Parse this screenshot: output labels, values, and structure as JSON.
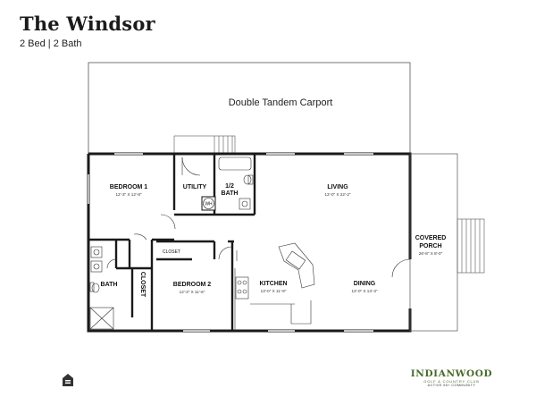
{
  "header": {
    "title": "The Windsor",
    "subtitle": "2 Bed | 2 Bath"
  },
  "plan": {
    "carport_label": "Double Tandem Carport",
    "rooms": {
      "bedroom1": {
        "name": "BEDROOM 1",
        "dims": "12'-3\" X 12'-8\""
      },
      "utility": {
        "name": "UTILITY"
      },
      "half_bath": {
        "name_line1": "1/2",
        "name_line2": "BATH"
      },
      "living": {
        "name": "LIVING",
        "dims": "13'-0\" X 22'-2\""
      },
      "bedroom2": {
        "name": "BEDROOM 2",
        "dims": "12'-3\" X 11'-6\""
      },
      "closet_small": {
        "name": "CLOSET"
      },
      "closet_tall": {
        "name": "CLOSET"
      },
      "bath": {
        "name": "BATH"
      },
      "kitchen": {
        "name": "KITCHEN",
        "dims": "13'-0\" X 11'-9\""
      },
      "dining": {
        "name": "DINING",
        "dims": "13'-0\" X 13'-3\""
      },
      "covered_porch": {
        "name_line1": "COVERED",
        "name_line2": "PORCH",
        "dims": "26'-8\" X 8'-0\""
      }
    },
    "water_heater_label": "WH"
  },
  "branding": {
    "name": "INDIANWOOD",
    "sub": "GOLF & COUNTRY CLUB",
    "tagline": "ACTIVE 55+ COMMUNITY",
    "logo_icon": "equal-housing-opportunity-icon",
    "brand_color": "#4a6b2a"
  }
}
